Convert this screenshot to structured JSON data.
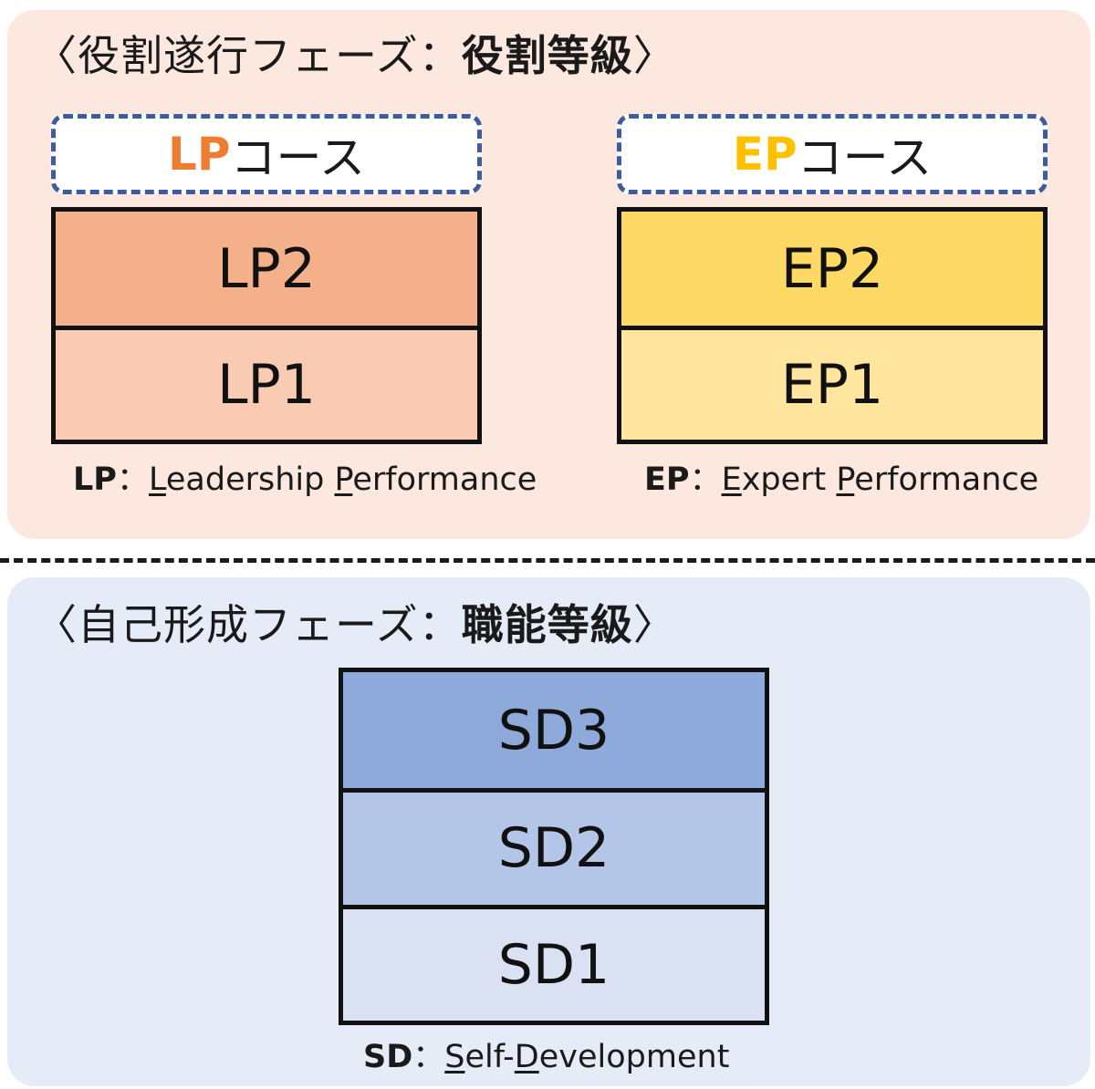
{
  "role_phase": {
    "title_prefix": "〈役割遂行フェーズ：",
    "title_bold": "役割等級",
    "title_suffix": "〉",
    "courses": [
      {
        "abbr": "LP",
        "suffix": "コース",
        "abbr_color": "#ed7d31",
        "grades": [
          {
            "label": "LP2",
            "color": "#f4b08a"
          },
          {
            "label": "LP1",
            "color": "#f8cbb2"
          }
        ],
        "legend": {
          "abbr": "LP",
          "sep": "：",
          "w1_initial": "L",
          "w1_rest": "eadership",
          "w2_initial": "P",
          "w2_rest": "erformance"
        }
      },
      {
        "abbr": "EP",
        "suffix": "コース",
        "abbr_color": "#ffc000",
        "grades": [
          {
            "label": "EP2",
            "color": "#ffd966"
          },
          {
            "label": "EP1",
            "color": "#ffe59e"
          }
        ],
        "legend": {
          "abbr": "EP",
          "sep": "：",
          "w1_initial": "E",
          "w1_rest": "xpert",
          "w2_initial": "P",
          "w2_rest": "erformance"
        }
      }
    ]
  },
  "skill_phase": {
    "title_prefix": "〈自己形成フェーズ：",
    "title_bold": "職能等級",
    "title_suffix": "〉",
    "grades": [
      {
        "label": "SD3",
        "color": "#8eaadb"
      },
      {
        "label": "SD2",
        "color": "#b4c6e7"
      },
      {
        "label": "SD1",
        "color": "#dae1f3"
      }
    ],
    "legend": {
      "abbr": "SD",
      "sep": "：",
      "w1_initial": "S",
      "w1_rest": "elf-",
      "w2_initial": "D",
      "w2_rest": "evelopment"
    }
  }
}
